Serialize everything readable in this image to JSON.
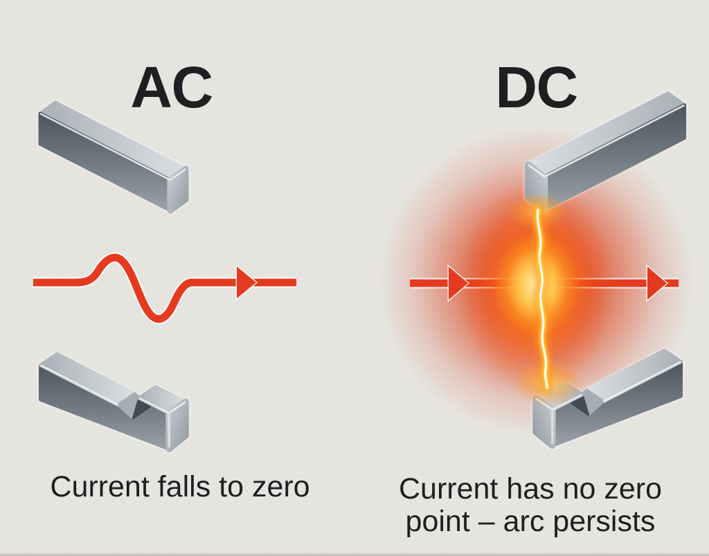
{
  "panels": {
    "ac": {
      "title": "AC",
      "caption": "Current falls to zero"
    },
    "dc": {
      "title": "DC",
      "caption": "Current has no zero point – arc persists"
    }
  },
  "colors": {
    "background": "#e9e7e2",
    "ink": "#1e1f21",
    "current_red": "#e53a1f",
    "metal_dark": "#4e565f",
    "metal_mid": "#6d757d",
    "metal_light": "#9aa1a7",
    "metal_top_light": "#dcdfe2",
    "glow_red": "#dc3c16",
    "glow_orange": "#fb7b1d",
    "glow_yellow": "#ffcf3e",
    "arc_core": "#fffef4"
  }
}
